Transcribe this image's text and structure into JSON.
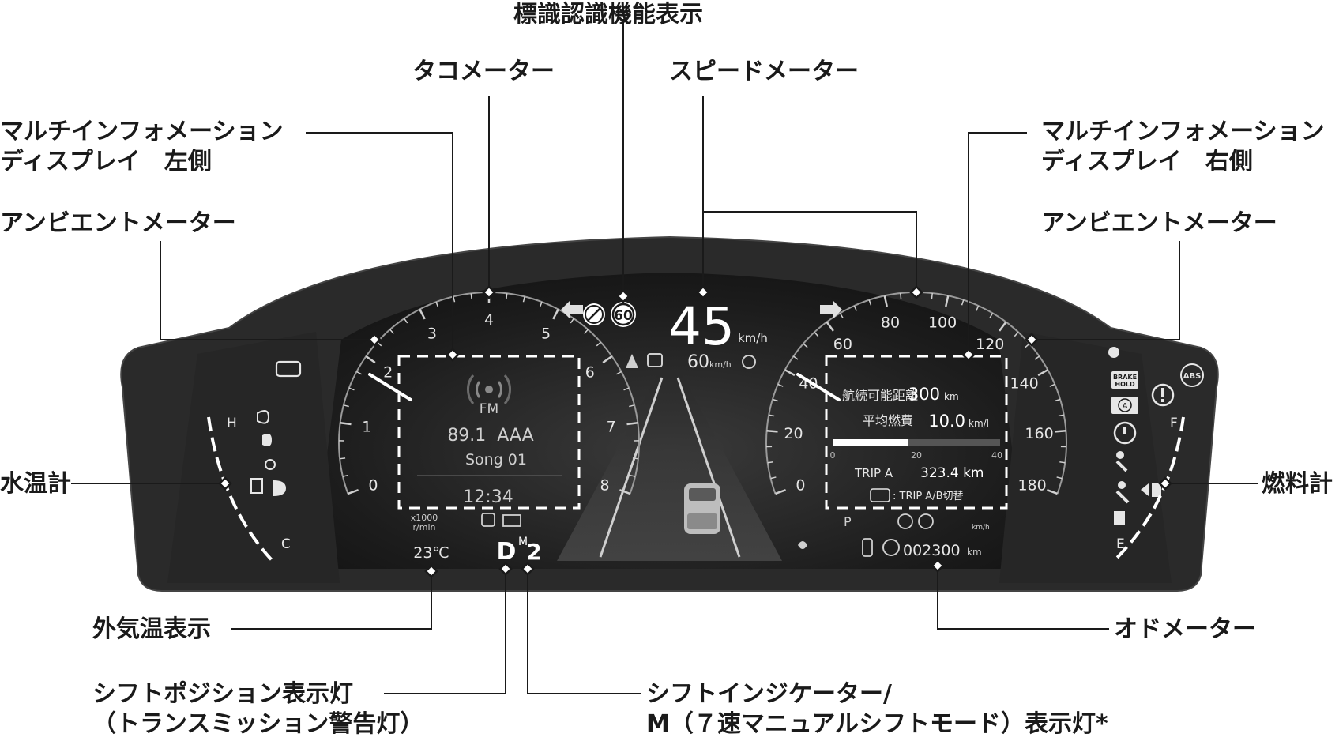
{
  "callouts": {
    "sign_recognition": "標識認識機能表示",
    "tachometer": "タコメーター",
    "speedometer": "スピードメーター",
    "mid_left": "マルチインフォメーション\nディスプレイ　左側",
    "mid_right": "マルチインフォメーション\nディスプレイ　右側",
    "ambient_left": "アンビエントメーター",
    "ambient_right": "アンビエントメーター",
    "water_temp": "水温計",
    "fuel_gauge": "燃料計",
    "outside_temp": "外気温表示",
    "odometer": "オドメーター",
    "shift_position": "シフトポジション表示灯\n（トランスミッション警告灯）",
    "shift_indicator": "シフトインジケーター/\nM（７速マニュアルシフトモード）表示灯*"
  },
  "tacho": {
    "ticks": [
      "0",
      "1",
      "2",
      "3",
      "4",
      "5",
      "6",
      "7",
      "8"
    ],
    "unit": "x1000\nr/min"
  },
  "speedo": {
    "ticks": [
      "0",
      "20",
      "40",
      "60",
      "80",
      "100",
      "120",
      "140",
      "160",
      "180"
    ]
  },
  "audio": {
    "band": "FM",
    "station": "89.1  AAA",
    "song": "Song 01",
    "clock": "12:34"
  },
  "speed": {
    "value": "45",
    "unit": "km/h",
    "set_value": "60",
    "set_unit": "km/h"
  },
  "sign": {
    "limit": "60"
  },
  "mid_right": {
    "range_label": "航続可能距離",
    "range_value": "300",
    "range_unit": "km",
    "avg_label": "平均燃費",
    "avg_value": "10.0",
    "avg_unit": "km/l",
    "bar_ticks": [
      "0",
      "20",
      "40"
    ],
    "bar_fill": 0.45,
    "trip_label": "TRIP A",
    "trip_value": "323.4 km",
    "switch_text": ": TRIP A/B切替"
  },
  "gauges": {
    "hot": "H",
    "cold": "C",
    "full": "F",
    "empty": "E"
  },
  "outside_temp": "23℃",
  "shift": {
    "d": "D",
    "m": "M",
    "gear": "2"
  },
  "odometer": {
    "value": "002300",
    "unit": "km"
  },
  "tell_tales": {
    "brake_hold": "BRAKE\nHOLD",
    "abs": "ABS",
    "auto_hold": "A",
    "p_symbol": "P",
    "small_kmh": "km/h"
  },
  "colors": {
    "panel": "#1f1f1f",
    "bezel": "#2c2c2c",
    "accent": "#ffffff"
  }
}
